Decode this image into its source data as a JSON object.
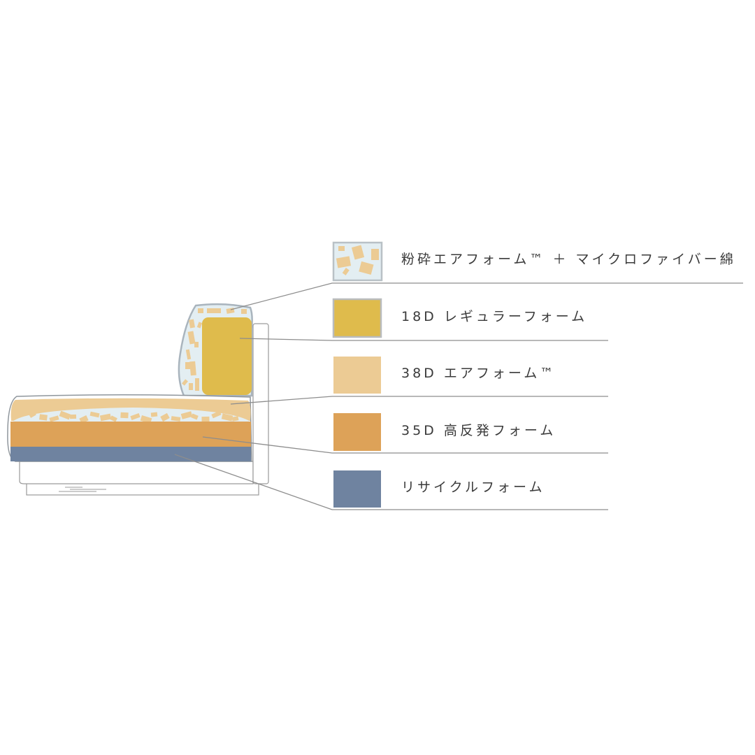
{
  "legend": [
    {
      "label": "粉砕エアフォーム™ ＋ マイクロファイバー綿",
      "color": "#e3eef2",
      "pattern": "foam-chips"
    },
    {
      "label": "18D レギュラーフォーム",
      "color": "#dfbb4c"
    },
    {
      "label": "38D エアフォーム™",
      "color": "#eccb94"
    },
    {
      "label": "35D 高反発フォーム",
      "color": "#dda258"
    },
    {
      "label": "リサイクルフォーム",
      "color": "#6f83a0"
    }
  ],
  "colors": {
    "chip": "#eccb94",
    "outline": "#a9b4bd",
    "leader": "#8d8d8d"
  }
}
